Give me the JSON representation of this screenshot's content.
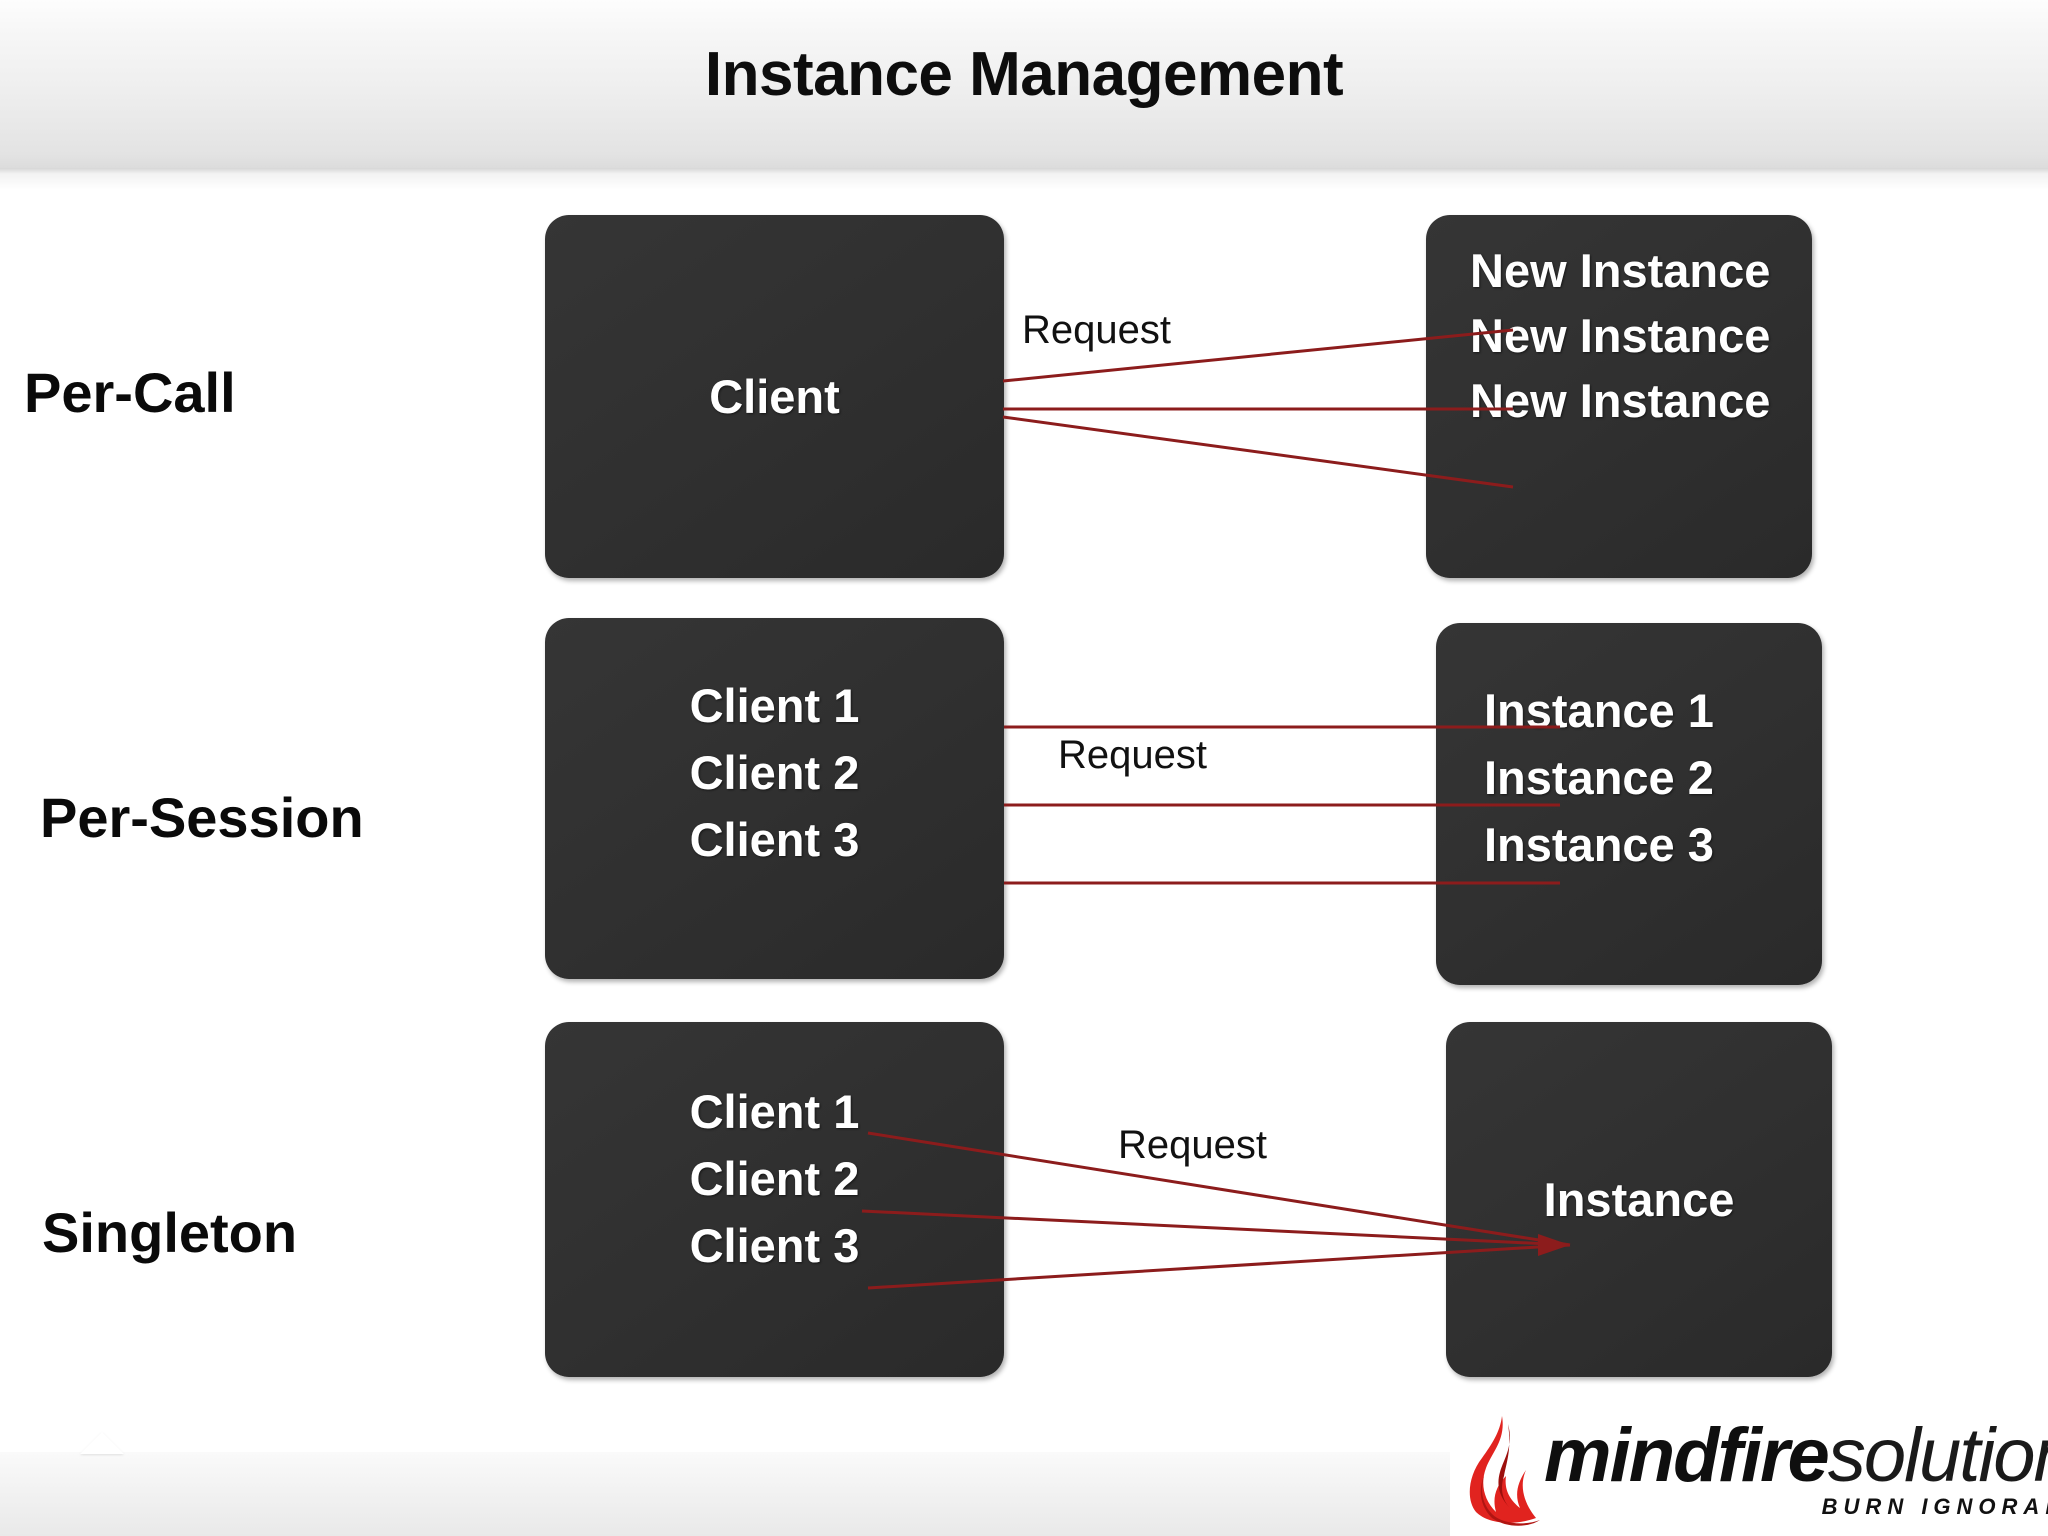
{
  "slide": {
    "title": "Instance Management",
    "background_color": "#ffffff",
    "box_color": "#303030",
    "box_text_color": "#ffffff",
    "connector_color": "#8c1c1c"
  },
  "rows": [
    {
      "label": "Per-Call",
      "client_box": {
        "lines": [
          "Client"
        ]
      },
      "connector_label": "Request",
      "target_box": {
        "lines": [
          "New Instance",
          "New Instance",
          "New Instance"
        ]
      }
    },
    {
      "label": "Per-Session",
      "client_box": {
        "lines": [
          "Client 1",
          "Client 2",
          "Client 3"
        ]
      },
      "connector_label": "Request",
      "target_box": {
        "lines": [
          "Instance 1",
          "Instance 2",
          "Instance 3"
        ]
      }
    },
    {
      "label": "Singleton",
      "client_box": {
        "lines": [
          "Client 1",
          "Client 2",
          "Client 3"
        ]
      },
      "connector_label": "Request",
      "target_box": {
        "lines": [
          "Instance"
        ]
      }
    }
  ],
  "logo": {
    "name_bold": "mindfire",
    "name_light": "solutions",
    "tagline": "BURN IGNORANCE",
    "flame_color": "#e1231f"
  }
}
